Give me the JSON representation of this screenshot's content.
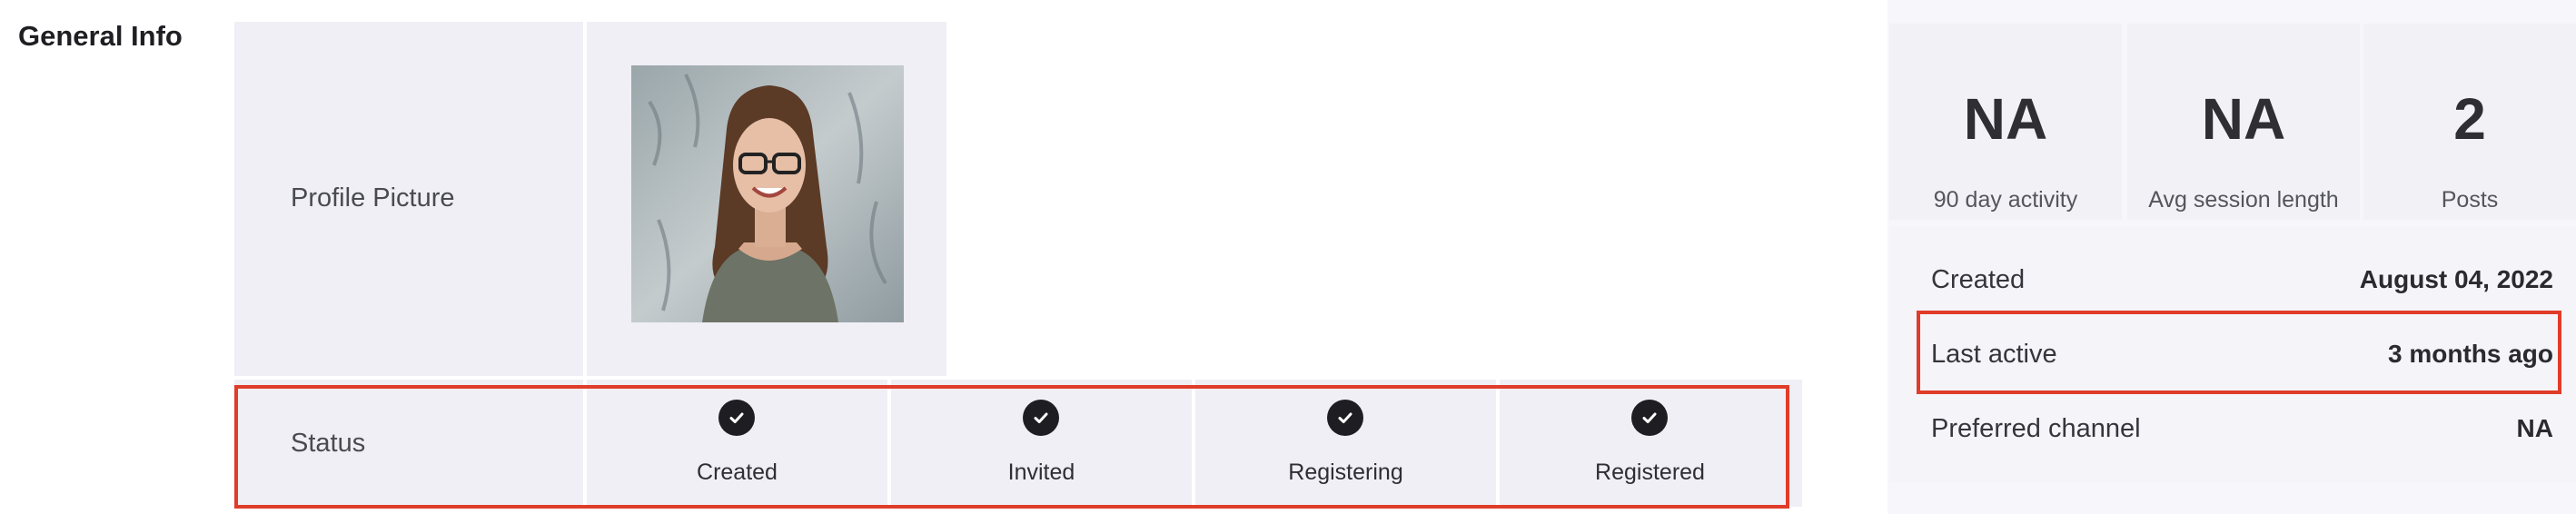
{
  "section": {
    "title": "General Info"
  },
  "profile": {
    "label": "Profile Picture",
    "photo_icon": "profile-photo"
  },
  "status": {
    "label": "Status",
    "steps": [
      {
        "label": "Created",
        "icon": "check-circle-icon"
      },
      {
        "label": "Invited",
        "icon": "check-circle-icon"
      },
      {
        "label": "Registering",
        "icon": "check-circle-icon"
      },
      {
        "label": "Registered",
        "icon": "check-circle-icon"
      }
    ]
  },
  "stats": [
    {
      "value": "NA",
      "label": "90 day activity"
    },
    {
      "value": "NA",
      "label": "Avg session length"
    },
    {
      "value": "2",
      "label": "Posts"
    }
  ],
  "details": [
    {
      "key": "Created",
      "value": "August 04, 2022"
    },
    {
      "key": "Last active",
      "value": "3 months ago"
    },
    {
      "key": "Preferred channel",
      "value": "NA"
    }
  ],
  "colors": {
    "highlight": "#e03c2a",
    "cell_bg": "#f0eff5",
    "check_bg": "#1e1e22"
  }
}
